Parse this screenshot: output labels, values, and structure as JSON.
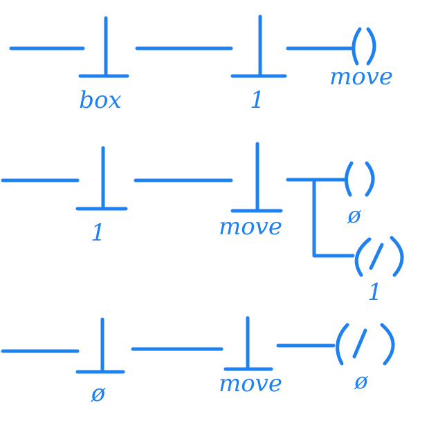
{
  "colors": {
    "ink": "#1f80f0",
    "background": "#ffffff"
  },
  "rungs": [
    {
      "contacts": [
        "box",
        "1"
      ],
      "coils": [
        {
          "kind": "coil",
          "symbol": "( )",
          "label": "move"
        }
      ]
    },
    {
      "contacts": [
        "1",
        "move"
      ],
      "coils": [
        {
          "kind": "coil",
          "symbol": "( )",
          "label": "ø"
        },
        {
          "kind": "negated-coil",
          "symbol": "(/)",
          "label": "1"
        }
      ]
    },
    {
      "contacts": [
        "ø",
        "move"
      ],
      "coils": [
        {
          "kind": "negated-coil",
          "symbol": "(/)",
          "label": "ø"
        }
      ]
    }
  ]
}
